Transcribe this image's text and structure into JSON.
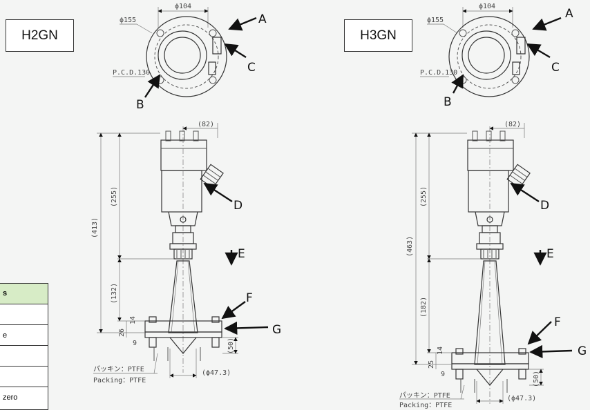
{
  "left": {
    "model": "H2GN",
    "dia_flange": "ϕ155",
    "dia_top": "ϕ104",
    "pcd": "P.C.D.130",
    "offset": "(82)",
    "total_height": "(413)",
    "upper_height": "(255)",
    "lower_height": "(132)",
    "flange_thk": "26",
    "bolt_len": "14",
    "bolt_small": "9",
    "antenna_len": "(50)",
    "antenna_dia": "(ϕ47.3)",
    "packing_jp": "パッキン：PTFE",
    "packing_en": "Packing：PTFE"
  },
  "right": {
    "model": "H3GN",
    "dia_flange": "ϕ155",
    "dia_top": "ϕ104",
    "pcd": "P.C.D.130",
    "offset": "(82)",
    "total_height": "(463)",
    "upper_height": "(255)",
    "lower_height": "(182)",
    "flange_thk": "25",
    "bolt_len": "14",
    "bolt_small": "9",
    "antenna_len": "(50)",
    "antenna_dia": "(ϕ47.3)",
    "packing_jp": "パッキン：PTFE",
    "packing_en": "Packing：PTFE"
  },
  "callouts": {
    "a": "A",
    "b": "B",
    "c": "C",
    "d": "D",
    "e": "E",
    "f": "F",
    "g": "G"
  },
  "table": {
    "header": "s",
    "rows": [
      "",
      "e",
      "",
      "",
      "zero"
    ],
    "header_color": "#d7ecc6"
  }
}
